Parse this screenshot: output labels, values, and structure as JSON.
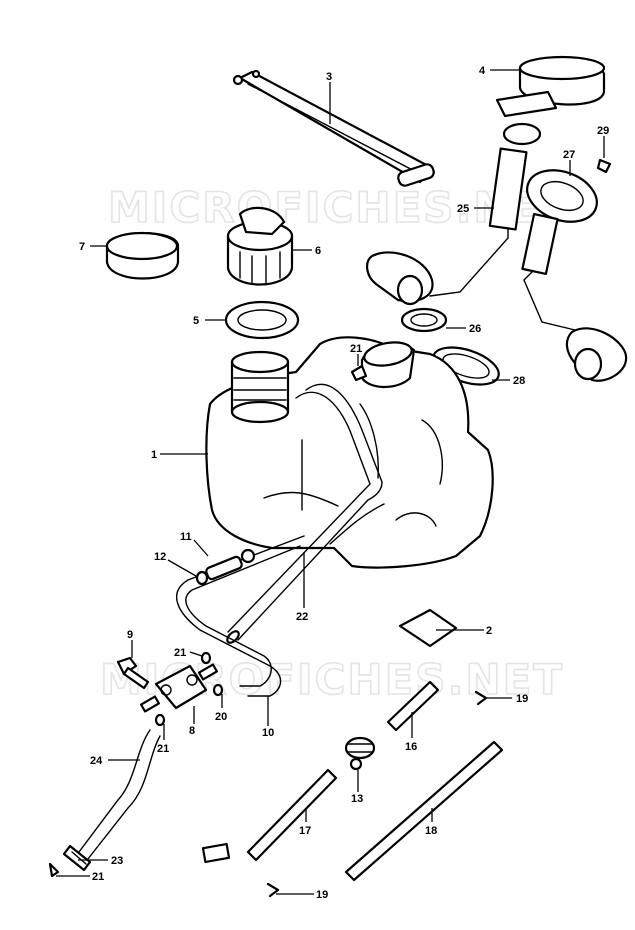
{
  "watermark": "MICROFICHES.NET",
  "callouts": {
    "c1": "1",
    "c2": "2",
    "c3": "3",
    "c4": "4",
    "c5": "5",
    "c6": "6",
    "c7": "7",
    "c8": "8",
    "c9": "9",
    "c10": "10",
    "c11": "11",
    "c12": "12",
    "c13": "13",
    "c16": "16",
    "c17": "17",
    "c18": "18",
    "c19a": "19",
    "c19b": "19",
    "c20": "20",
    "c21a": "21",
    "c21b": "21",
    "c21c": "21",
    "c21d": "21",
    "c22": "22",
    "c23": "23",
    "c24": "24",
    "c25": "25",
    "c26": "26",
    "c27": "27",
    "c28": "28",
    "c29": "29"
  }
}
